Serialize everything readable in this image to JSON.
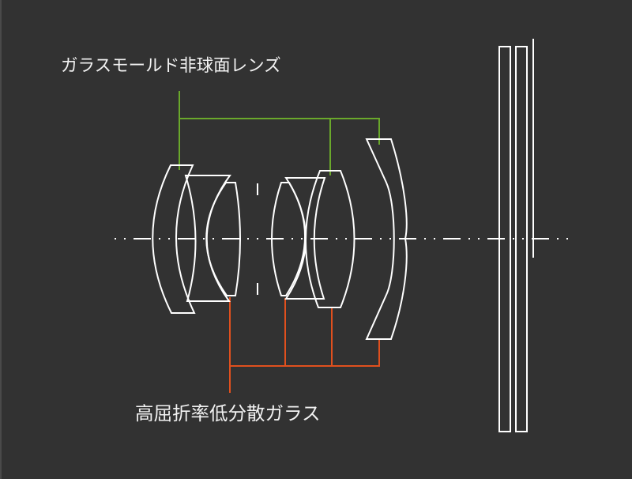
{
  "diagram": {
    "type": "lens-construction-diagram",
    "background_color": "#323232",
    "line_color": "#ffffff",
    "labels": {
      "aspheric": {
        "text": "ガラスモールド非球面レンズ",
        "leader_color": "#6aa82b",
        "points_to_elements": [
          1,
          6,
          7
        ]
      },
      "hr_ld_glass": {
        "text": "高屈折率低分散ガラス",
        "leader_color": "#e0501e",
        "points_to_elements": [
          3,
          4,
          6,
          7
        ]
      }
    },
    "elements": [
      {
        "id": 1,
        "name": "negative meniscus lens"
      },
      {
        "id": 2,
        "name": "cemented lens element A"
      },
      {
        "id": 3,
        "name": "cemented lens element B"
      },
      {
        "id": 4,
        "name": "biconvex lens"
      },
      {
        "id": 5,
        "name": "concave lens"
      },
      {
        "id": 6,
        "name": "meniscus lens"
      },
      {
        "id": 7,
        "name": "rear aspheric meniscus lens"
      }
    ],
    "aperture_stop": {
      "present": true
    },
    "filter_plates": {
      "count": 2
    },
    "image_plane": {
      "present": true
    },
    "optical_axis": {
      "style": "dash-dot-dot"
    }
  }
}
